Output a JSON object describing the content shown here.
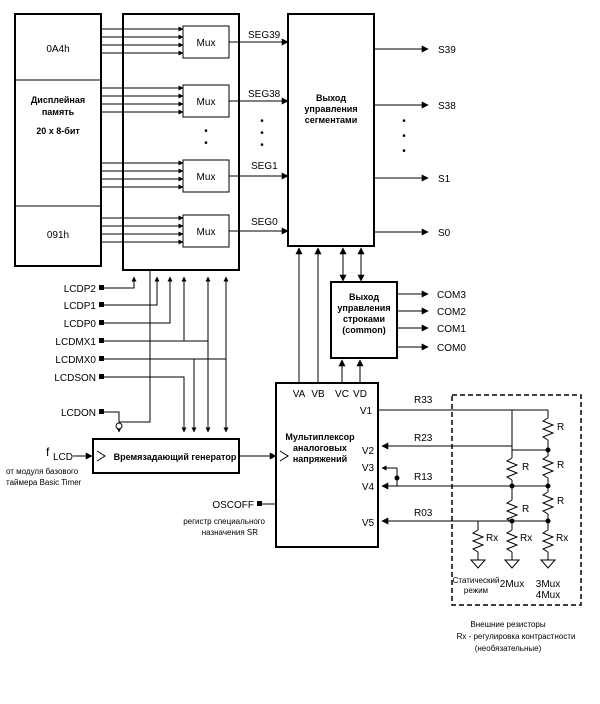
{
  "memory": {
    "top_label": "0A4h",
    "title_line1": "Дисплейная",
    "title_line2": "память",
    "size": "20 x 8-бит",
    "bottom_label": "091h"
  },
  "mux_label": "Mux",
  "seg_labels": [
    "SEG39",
    "SEG38",
    "SEG1",
    "SEG0"
  ],
  "seg_driver": {
    "line1": "Выход",
    "line2": "управления",
    "line3": "сегментами"
  },
  "seg_outputs": [
    "S39",
    "S38",
    "S1",
    "S0"
  ],
  "com_driver": {
    "line1": "Выход",
    "line2": "управления",
    "line3": "строками",
    "line4": "(common)"
  },
  "com_outputs": [
    "COM3",
    "COM2",
    "COM1",
    "COM0"
  ],
  "control_inputs": [
    "LCDP2",
    "LCDP1",
    "LCDP0",
    "LCDMX1",
    "LCDMX0",
    "LCDSON"
  ],
  "lcdon_label": "LCDON",
  "flcd": {
    "f": "f",
    "sub": "LCD",
    "source_line1": "от модуля базового",
    "source_line2": "таймера Basic Timer"
  },
  "timing_generator": "Времязадающий генератор",
  "analog_mux": {
    "line1": "Мультиплексор",
    "line2": "аналоговых",
    "line3": "напряжений"
  },
  "voltage_labels": [
    "VA",
    "VB",
    "VC",
    "VD"
  ],
  "v_outputs": [
    "V1",
    "V2",
    "V3",
    "V4",
    "V5"
  ],
  "resistor_labels": [
    "R33",
    "R23",
    "R13",
    "R03"
  ],
  "oscoff": {
    "label": "OSCOFF",
    "note_line1": "регистр специального",
    "note_line2": "назначения SR"
  },
  "resistor_letter": "R",
  "rx_label": "Rx",
  "modes": {
    "static_line1": "Статический",
    "static_line2": "режим",
    "mux2": "2Mux",
    "mux3": "3Mux",
    "mux4": "4Mux"
  },
  "external": {
    "line1": "Внешние резисторы",
    "line2": "Rx - регулировка контрастности",
    "line3": "(необязательные)"
  },
  "dots": "•"
}
